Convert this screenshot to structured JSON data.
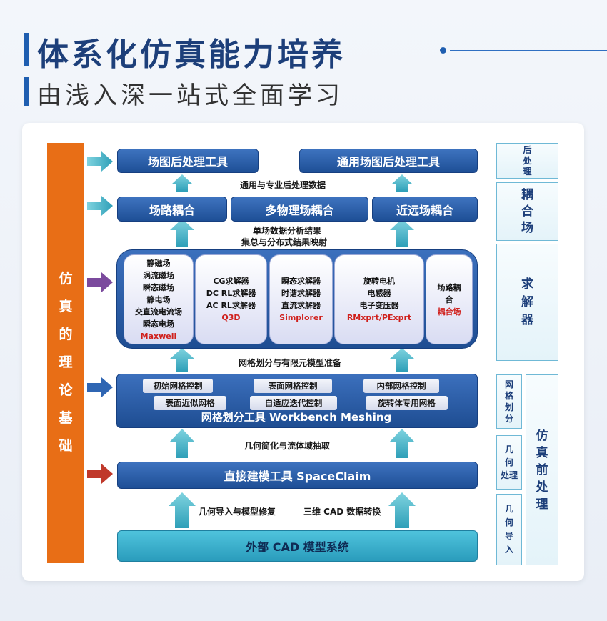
{
  "header": {
    "title": "体系化仿真能力培养",
    "subtitle": "由浅入深一站式全面学习"
  },
  "theory": {
    "chars": [
      "仿",
      "真",
      "的",
      "理",
      "论",
      "基",
      "础"
    ]
  },
  "post": {
    "field_post": "场图后处理工具",
    "general_post": "通用场图后处理工具",
    "label": "通用与专业后处理数据"
  },
  "coupling": {
    "field_circuit": "场路耦合",
    "multiphysics": "多物理场耦合",
    "near_far": "近远场耦合",
    "label_line1": "单场数据分析结果",
    "label_line2": "集总与分布式结果映射"
  },
  "solvers": {
    "maxwell": {
      "items": [
        "静磁场",
        "涡流磁场",
        "瞬态磁场",
        "静电场",
        "交直流电流场",
        "瞬态电场"
      ],
      "name": "Maxwell"
    },
    "q3d": {
      "items": [
        "CG求解器",
        "DC RL求解器",
        "AC RL求解器"
      ],
      "name": "Q3D"
    },
    "simplorer": {
      "items": [
        "瞬态求解器",
        "时谐求解器",
        "直流求解器"
      ],
      "name": "Simplorer"
    },
    "rmxprt": {
      "items": [
        "旋转电机",
        "电感器",
        "电子变压器"
      ],
      "name": "RMxprt/PExprt"
    },
    "coupling": {
      "items": [
        "场路耦",
        "合"
      ],
      "name": "耦合场"
    },
    "mesh_label": "网格划分与有限元模型准备"
  },
  "mesh": {
    "pills": [
      "初始网格控制",
      "表面网格控制",
      "内部网格控制",
      "表面近似网格",
      "自适应迭代控制",
      "旋转体专用网格"
    ],
    "title": "网格划分工具 Workbench Meshing",
    "label": "几何简化与流体域抽取"
  },
  "spaceclaim": {
    "title": "直接建模工具 SpaceClaim"
  },
  "import": {
    "label_left": "几何导入与模型修复",
    "label_right": "三维 CAD 数据转换"
  },
  "cad": {
    "title": "外部 CAD 模型系统"
  },
  "side": {
    "post": [
      "后",
      "处",
      "理"
    ],
    "coupling": [
      "耦",
      "合",
      "场"
    ],
    "solver": [
      "求",
      "解",
      "器"
    ],
    "mesh": [
      "网",
      "格",
      "划",
      "分"
    ],
    "geometry": [
      "几",
      "何",
      "处理"
    ],
    "import": [
      "几",
      "何",
      "导",
      "入"
    ],
    "preproc": [
      "仿",
      "真",
      "前",
      "处",
      "理"
    ]
  },
  "colors": {
    "title_blue": "#1d3f7a",
    "box_blue": "#1e4f96",
    "orange": "#e86e16",
    "cyan": "#2a9cbc",
    "arrow_green": "#47b7c9",
    "arrow_purple": "#7b4a9d",
    "arrow_red": "#c0392b",
    "red_text": "#d0201c"
  }
}
